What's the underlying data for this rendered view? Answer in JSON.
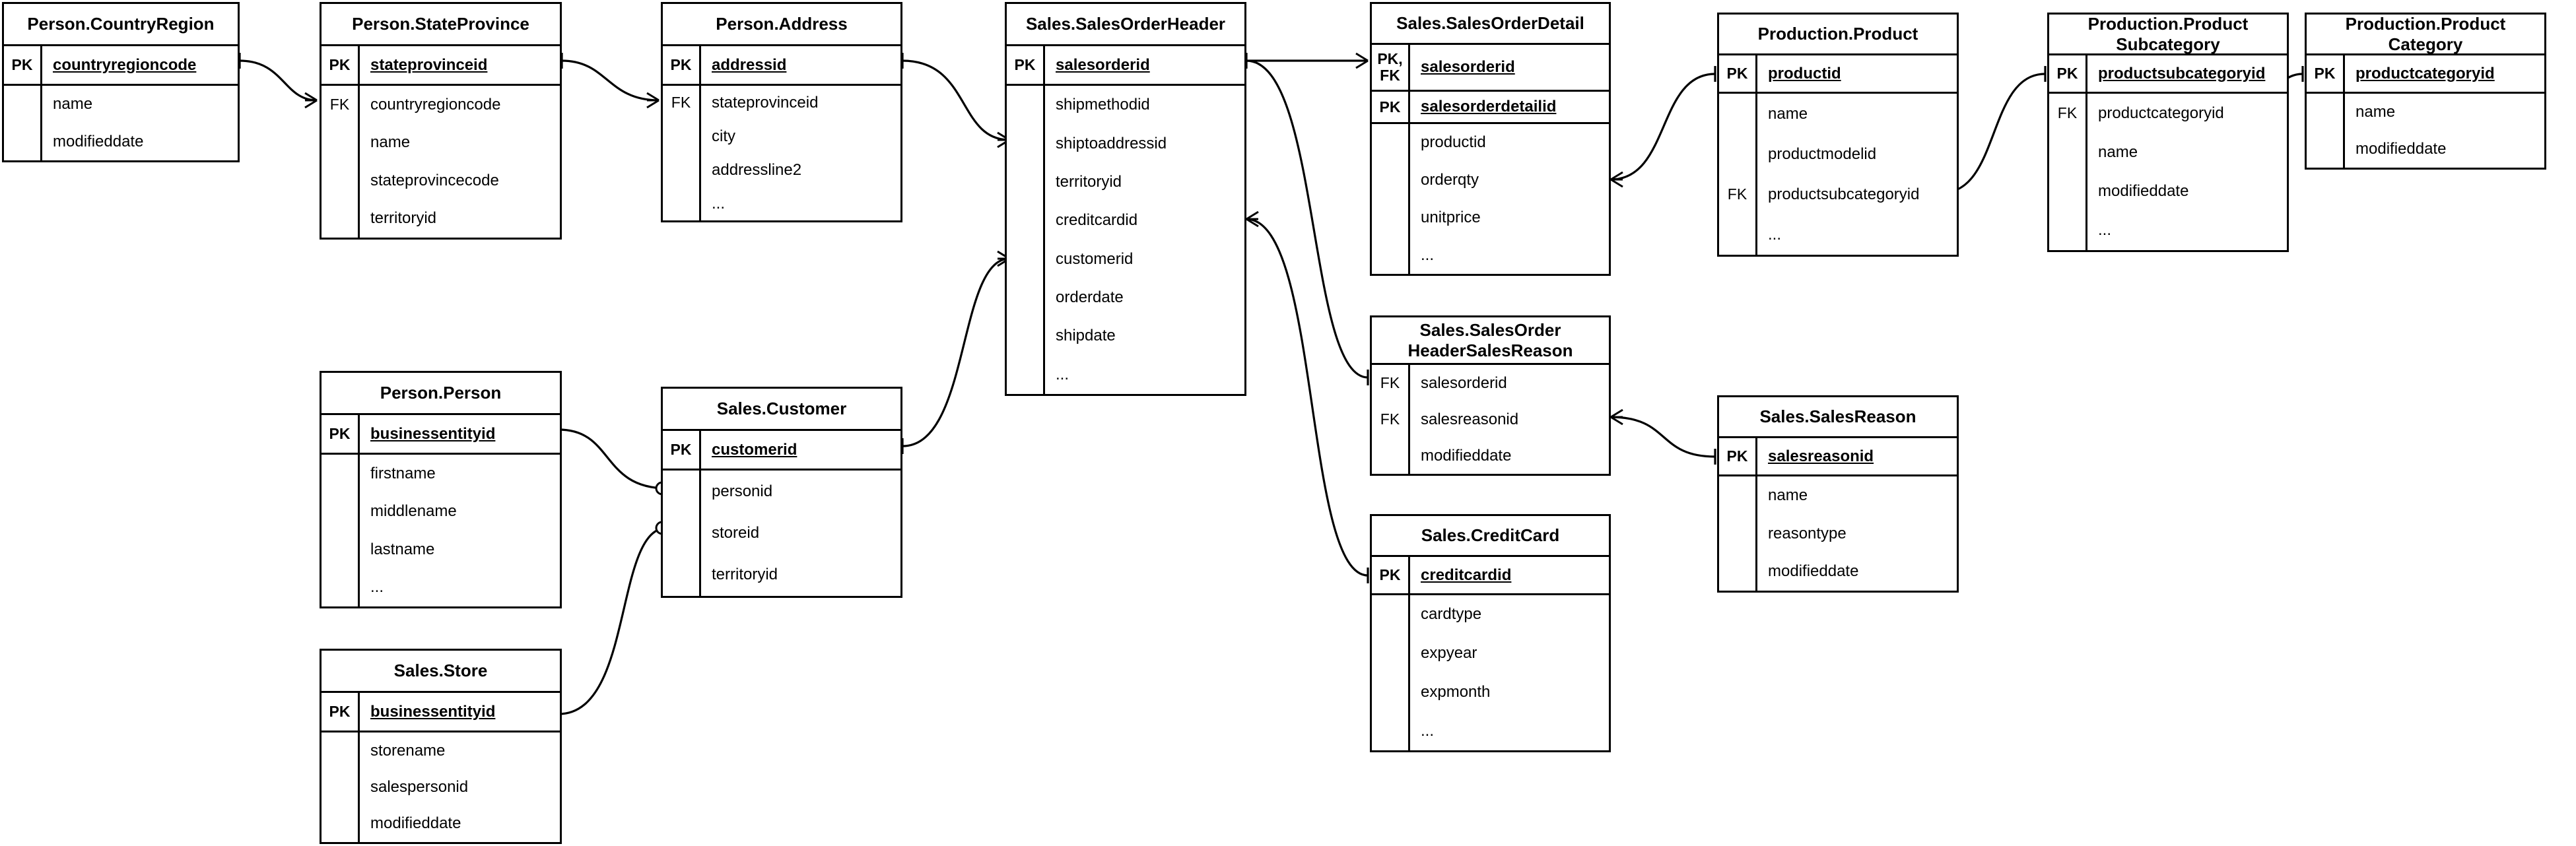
{
  "diagram": {
    "title": "AdventureWorks Sales Schema ER Diagram",
    "notation": "crows-foot",
    "background_color": "#ffffff",
    "line_color": "#000000"
  },
  "entities": [
    {
      "id": "person-countryregion",
      "title": "Person.CountryRegion",
      "keys": [
        {
          "tag": "PK",
          "name": "countryregioncode"
        }
      ],
      "attributes": [
        {
          "tag": "",
          "name": "name"
        },
        {
          "tag": "",
          "name": "modifieddate"
        }
      ]
    },
    {
      "id": "person-stateprovince",
      "title": "Person.StateProvince",
      "keys": [
        {
          "tag": "PK",
          "name": "stateprovinceid"
        }
      ],
      "attributes": [
        {
          "tag": "FK",
          "name": "countryregioncode"
        },
        {
          "tag": "",
          "name": "name"
        },
        {
          "tag": "",
          "name": "stateprovincecode"
        },
        {
          "tag": "",
          "name": "territoryid"
        }
      ]
    },
    {
      "id": "person-address",
      "title": "Person.Address",
      "keys": [
        {
          "tag": "PK",
          "name": "addressid"
        }
      ],
      "attributes": [
        {
          "tag": "FK",
          "name": "stateprovinceid"
        },
        {
          "tag": "",
          "name": "city"
        },
        {
          "tag": "",
          "name": "addressline2"
        },
        {
          "tag": "",
          "name": "..."
        }
      ]
    },
    {
      "id": "sales-salesorderheader",
      "title": "Sales.SalesOrderHeader",
      "keys": [
        {
          "tag": "PK",
          "name": "salesorderid"
        }
      ],
      "attributes": [
        {
          "tag": "",
          "name": "shipmethodid"
        },
        {
          "tag": "",
          "name": "shiptoaddressid"
        },
        {
          "tag": "",
          "name": "territoryid"
        },
        {
          "tag": "",
          "name": "creditcardid"
        },
        {
          "tag": "",
          "name": "customerid"
        },
        {
          "tag": "",
          "name": "orderdate"
        },
        {
          "tag": "",
          "name": "shipdate"
        },
        {
          "tag": "",
          "name": "..."
        }
      ]
    },
    {
      "id": "sales-salesorderdetail",
      "title": "Sales.SalesOrderDetail",
      "keys": [
        {
          "tag": "PK,\nFK",
          "name": "salesorderid"
        },
        {
          "tag": "PK",
          "name": "salesorderdetailid"
        }
      ],
      "attributes": [
        {
          "tag": "",
          "name": "productid"
        },
        {
          "tag": "",
          "name": "orderqty"
        },
        {
          "tag": "",
          "name": "unitprice"
        },
        {
          "tag": "",
          "name": "..."
        }
      ]
    },
    {
      "id": "production-product",
      "title": "Production.Product",
      "keys": [
        {
          "tag": "PK",
          "name": "productid"
        }
      ],
      "attributes": [
        {
          "tag": "",
          "name": "name"
        },
        {
          "tag": "",
          "name": "productmodelid"
        },
        {
          "tag": "FK",
          "name": "productsubcategoryid"
        },
        {
          "tag": "",
          "name": "..."
        }
      ]
    },
    {
      "id": "production-productsubcategory",
      "title": "Production.Product\nSubcategory",
      "keys": [
        {
          "tag": "PK",
          "name": "productsubcategoryid"
        }
      ],
      "attributes": [
        {
          "tag": "FK",
          "name": "productcategoryid"
        },
        {
          "tag": "",
          "name": "name"
        },
        {
          "tag": "",
          "name": "modifieddate"
        },
        {
          "tag": "",
          "name": "..."
        }
      ]
    },
    {
      "id": "production-productcategory",
      "title": "Production.Product\nCategory",
      "keys": [
        {
          "tag": "PK",
          "name": "productcategoryid"
        }
      ],
      "attributes": [
        {
          "tag": "",
          "name": "name"
        },
        {
          "tag": "",
          "name": "modifieddate"
        }
      ]
    },
    {
      "id": "person-person",
      "title": "Person.Person",
      "keys": [
        {
          "tag": "PK",
          "name": "businessentityid"
        }
      ],
      "attributes": [
        {
          "tag": "",
          "name": "firstname"
        },
        {
          "tag": "",
          "name": "middlename"
        },
        {
          "tag": "",
          "name": "lastname"
        },
        {
          "tag": "",
          "name": "..."
        }
      ]
    },
    {
      "id": "sales-customer",
      "title": "Sales.Customer",
      "keys": [
        {
          "tag": "PK",
          "name": "customerid"
        }
      ],
      "attributes": [
        {
          "tag": "",
          "name": "personid"
        },
        {
          "tag": "",
          "name": "storeid"
        },
        {
          "tag": "",
          "name": "territoryid"
        }
      ]
    },
    {
      "id": "sales-store",
      "title": "Sales.Store",
      "keys": [
        {
          "tag": "PK",
          "name": "businessentityid"
        }
      ],
      "attributes": [
        {
          "tag": "",
          "name": "storename"
        },
        {
          "tag": "",
          "name": "salespersonid"
        },
        {
          "tag": "",
          "name": "modifieddate"
        }
      ]
    },
    {
      "id": "sales-salesorderheadersalesreason",
      "title": "Sales.SalesOrder\nHeaderSalesReason",
      "keys": [],
      "attributes": [
        {
          "tag": "FK",
          "name": "salesorderid"
        },
        {
          "tag": "FK",
          "name": "salesreasonid"
        },
        {
          "tag": "",
          "name": "modifieddate"
        }
      ]
    },
    {
      "id": "sales-salesreason",
      "title": "Sales.SalesReason",
      "keys": [
        {
          "tag": "PK",
          "name": "salesreasonid"
        }
      ],
      "attributes": [
        {
          "tag": "",
          "name": "name"
        },
        {
          "tag": "",
          "name": "reasontype"
        },
        {
          "tag": "",
          "name": "modifieddate"
        }
      ]
    },
    {
      "id": "sales-creditcard",
      "title": "Sales.CreditCard",
      "keys": [
        {
          "tag": "PK",
          "name": "creditcardid"
        }
      ],
      "attributes": [
        {
          "tag": "",
          "name": "cardtype"
        },
        {
          "tag": "",
          "name": "expyear"
        },
        {
          "tag": "",
          "name": "expmonth"
        },
        {
          "tag": "",
          "name": "..."
        }
      ]
    }
  ],
  "relationships": [
    {
      "id": "countryregion-to-stateprovince",
      "from": "person-countryregion.countryregioncode",
      "to": "person-stateprovince.countryregioncode",
      "from_marker": "one",
      "to_marker": "many"
    },
    {
      "id": "stateprovince-to-address",
      "from": "person-stateprovince.stateprovinceid",
      "to": "person-address.stateprovinceid",
      "from_marker": "one",
      "to_marker": "many"
    },
    {
      "id": "address-to-salesorderheader",
      "from": "person-address.addressid",
      "to": "sales-salesorderheader.shiptoaddressid",
      "from_marker": "one",
      "to_marker": "many"
    },
    {
      "id": "customer-to-salesorderheader",
      "from": "sales-customer.customerid",
      "to": "sales-salesorderheader.customerid",
      "from_marker": "one",
      "to_marker": "many"
    },
    {
      "id": "person-to-customer",
      "from": "person-person.businessentityid",
      "to": "sales-customer.personid",
      "from_marker": "one",
      "to_marker": "zero-or-one"
    },
    {
      "id": "store-to-customer",
      "from": "sales-store.businessentityid",
      "to": "sales-customer.storeid",
      "from_marker": "one",
      "to_marker": "zero-or-one"
    },
    {
      "id": "salesorderheader-to-salesorderdetail",
      "from": "sales-salesorderheader.salesorderid",
      "to": "sales-salesorderdetail.salesorderid",
      "from_marker": "one",
      "to_marker": "many"
    },
    {
      "id": "salesorderheader-to-salesorderheadersalesreason",
      "from": "sales-salesorderheader.salesorderid",
      "to": "sales-salesorderheadersalesreason.salesorderid",
      "from_marker": "one",
      "to_marker": "one"
    },
    {
      "id": "salesorderheader-to-creditcard",
      "from": "sales-salesorderheader.creditcardid",
      "to": "sales-creditcard.creditcardid",
      "from_marker": "many",
      "to_marker": "one"
    },
    {
      "id": "salesorderdetail-to-product",
      "from": "sales-salesorderdetail.productid",
      "to": "production-product.productid",
      "from_marker": "many",
      "to_marker": "one"
    },
    {
      "id": "salesorderheadersalesreason-to-salesreason",
      "from": "sales-salesorderheadersalesreason.salesreasonid",
      "to": "sales-salesreason.salesreasonid",
      "from_marker": "many",
      "to_marker": "one"
    },
    {
      "id": "product-to-productsubcategory",
      "from": "production-product.productsubcategoryid",
      "to": "production-productsubcategory.productsubcategoryid",
      "from_marker": "many",
      "to_marker": "one"
    },
    {
      "id": "productsubcategory-to-productcategory",
      "from": "production-productsubcategory.productcategoryid",
      "to": "production-productcategory.productcategoryid",
      "from_marker": "many",
      "to_marker": "one"
    }
  ]
}
